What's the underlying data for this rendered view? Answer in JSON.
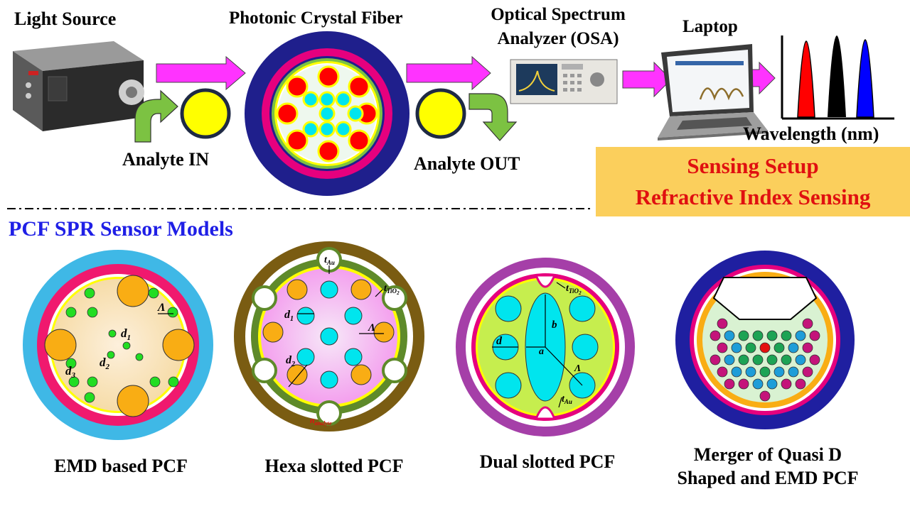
{
  "setup": {
    "light_source": "Light Source",
    "pcf": "Photonic Crystal Fiber",
    "osa_line1": "Optical Spectrum",
    "osa_line2": "Analyzer (OSA)",
    "laptop": "Laptop",
    "analyte_in": "Analyte IN",
    "analyte_out": "Analyte OUT",
    "wavelength": "Wavelength (nm)",
    "panel_line1": "Sensing Setup",
    "panel_line2": "Refractive Index Sensing"
  },
  "section_title": "PCF SPR Sensor Models",
  "models": [
    {
      "label": "EMD based PCF"
    },
    {
      "label": "Hexa slotted PCF"
    },
    {
      "label": "Dual slotted PCF"
    },
    {
      "label_line1": "Merger of Quasi D",
      "label_line2": "Shaped and EMD PCF"
    }
  ],
  "symbols": {
    "d": "d",
    "one": "1",
    "two": "2",
    "three": "3",
    "lambda": "Λ",
    "a": "a",
    "b": "b",
    "t": "t",
    "au": "Au",
    "tio2": "TiO",
    "n": "n",
    "analyte": "analyte"
  },
  "colors": {
    "arrow": "#ff33ff",
    "arrow_green": "#7cc242",
    "panel_bg": "#fbcf5c",
    "panel_text": "#e01010",
    "section_title": "#1f1fe6",
    "spectrum_peaks": [
      "#ff0000",
      "#000000",
      "#0000ff"
    ],
    "analyte_disc": "#ffff00",
    "pcf_outer": "#1f1f8c",
    "pcf_ring": "#e6007e"
  }
}
